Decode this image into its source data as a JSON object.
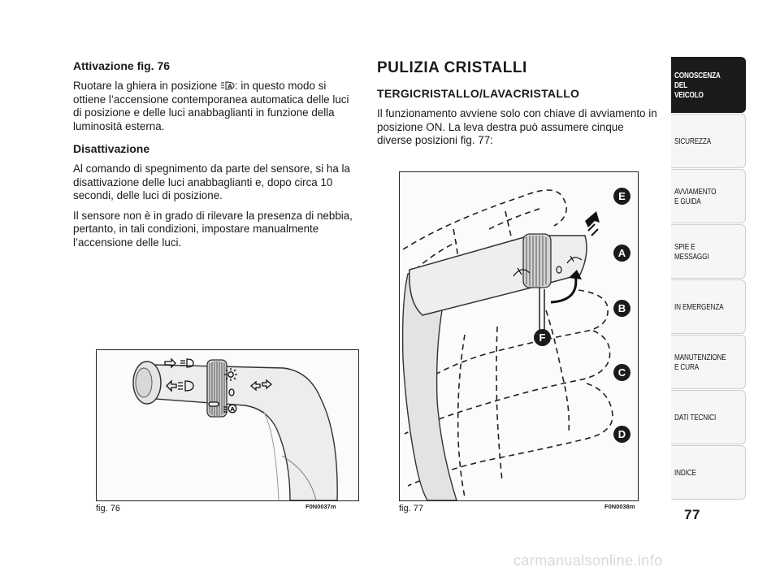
{
  "left_column": {
    "activation_heading": "Attivazione fig. 76",
    "activation_text_before_icon": "Ruotare la ghiera in posizione",
    "activation_text_after_icon": ": in questo modo si ottiene l’accensione contemporanea automatica delle luci di posizione e delle luci anabbaglianti in funzione della luminosità esterna.",
    "deactivation_heading": "Disattivazione",
    "deactivation_text": "Al comando di spegnimento da parte del sensore, si ha la disattivazione delle luci anabbaglianti e, dopo circa 10 secondi, delle luci di posizione.",
    "sensor_note": "Il sensore non è in grado di rilevare la presenza di nebbia, pertanto, in tali condizioni, impostare manualmente l’accensione delle luci."
  },
  "right_column": {
    "section_title": "PULIZIA CRISTALLI",
    "subsection_title": "TERGICRISTALLO/LAVACRISTALLO",
    "intro_text": "Il funzionamento avviene solo con chiave di avviamento in posizione ON. La leva destra può assumere cinque diverse posizioni fig. 77:"
  },
  "figures": {
    "fig76": {
      "label": "fig. 76",
      "code": "F0N0037m"
    },
    "fig77": {
      "label": "fig. 77",
      "code": "F0N0038m",
      "position_letters": [
        "E",
        "A",
        "B",
        "C",
        "D",
        "F"
      ]
    }
  },
  "sidebar": {
    "tabs": [
      {
        "label": "CONOSCENZA\nDEL\nVEICOLO",
        "active": true
      },
      {
        "label": "SICUREZZA",
        "active": false
      },
      {
        "label": "AVVIAMENTO\nE GUIDA",
        "active": false
      },
      {
        "label": "SPIE E\nMESSAGGI",
        "active": false
      },
      {
        "label": "IN EMERGENZA",
        "active": false
      },
      {
        "label": "MANUTENZIONE\nE CURA",
        "active": false
      },
      {
        "label": "DATI TECNICI",
        "active": false
      },
      {
        "label": "INDICE",
        "active": false
      }
    ]
  },
  "page_number": "77",
  "watermark": "carmanualsonline.info",
  "icons": {
    "auto_light_icon": "auto-headlight-icon"
  }
}
